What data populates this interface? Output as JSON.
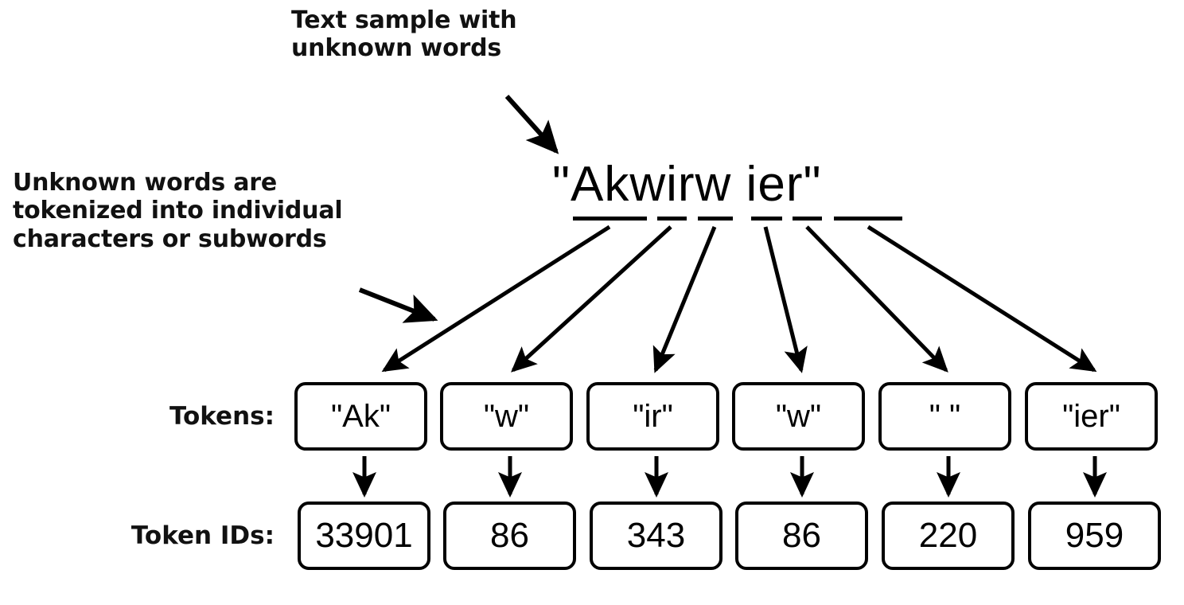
{
  "diagram": {
    "title_annotation": "Text sample with\nunknown words",
    "left_annotation": "Unknown words are\ntokenized into individual\ncharacters or subwords",
    "sample_text": "\"Akwirw ier\"",
    "row_labels": {
      "tokens": "Tokens:",
      "token_ids": "Token IDs:"
    },
    "colors": {
      "background": "#ffffff",
      "stroke": "#000000",
      "text": "#111111"
    },
    "tokens": [
      {
        "label": "\"Ak\"",
        "id": "33901",
        "underline_segment": "Ak"
      },
      {
        "label": "\"w\"",
        "id": "86",
        "underline_segment": "w"
      },
      {
        "label": "\"ir\"",
        "id": "343",
        "underline_segment": "ir"
      },
      {
        "label": "\"w\"",
        "id": "86",
        "underline_segment": "w"
      },
      {
        "label": "\" \"",
        "id": "220",
        "underline_segment": " "
      },
      {
        "label": "\"ier\"",
        "id": "959",
        "underline_segment": "ier"
      }
    ]
  }
}
